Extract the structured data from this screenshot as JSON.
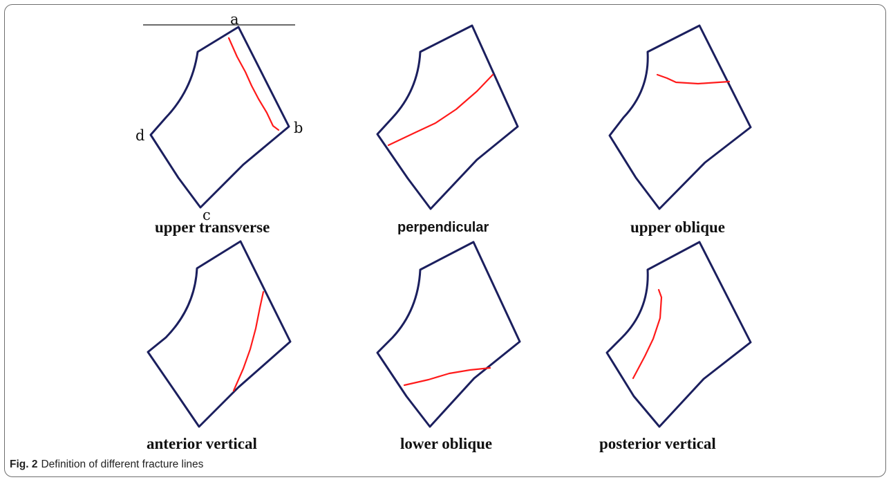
{
  "caption": {
    "fig": "Fig. 2",
    "text": "Definition of different fracture lines"
  },
  "panels": [
    {
      "label": "upper transverse",
      "corner_labels": [
        "a",
        "b",
        "c",
        "d"
      ]
    },
    {
      "label": "perpendicular"
    },
    {
      "label": "upper oblique"
    },
    {
      "label": "anterior vertical"
    },
    {
      "label": "lower oblique"
    },
    {
      "label": "posterior vertical"
    }
  ],
  "colors": {
    "outline": "#1b1f5e",
    "fracture": "#ff1a1a"
  }
}
